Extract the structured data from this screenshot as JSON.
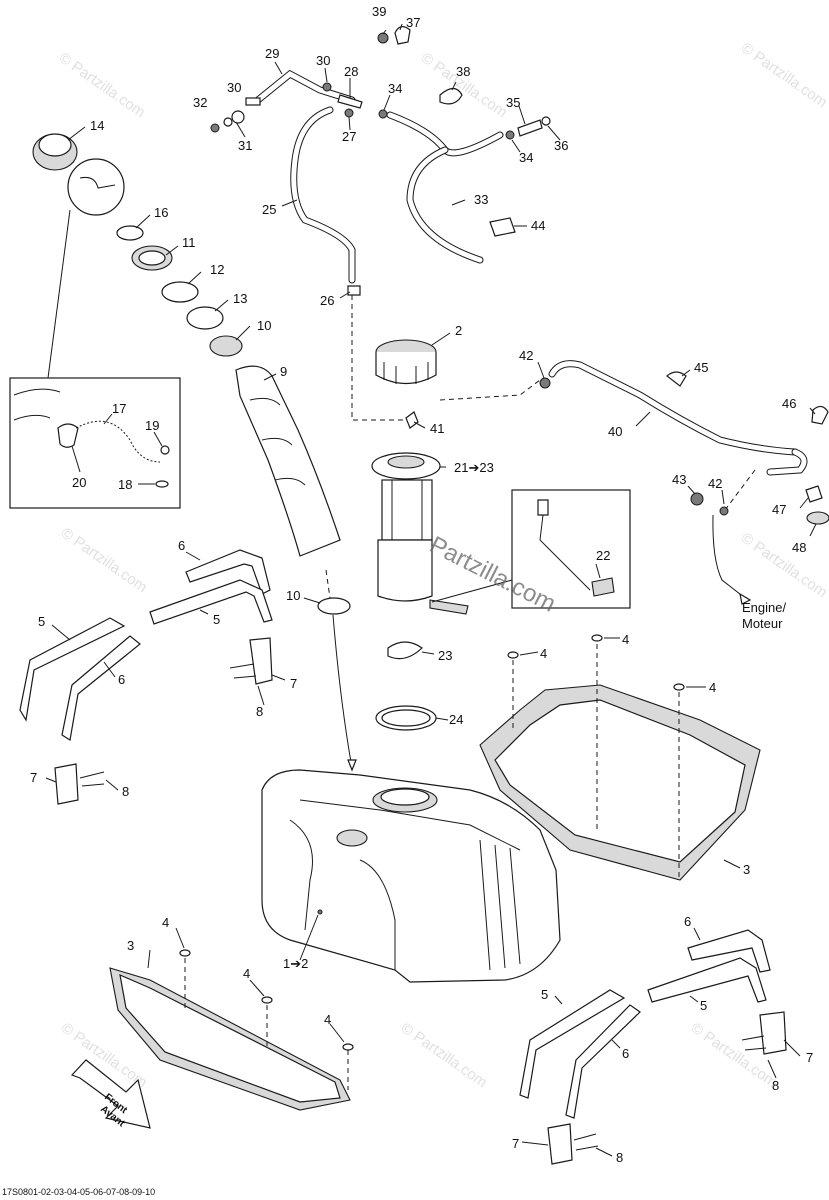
{
  "callouts": [
    {
      "id": "39",
      "text": "39"
    },
    {
      "id": "37",
      "text": "37"
    },
    {
      "id": "29",
      "text": "29"
    },
    {
      "id": "30a",
      "text": "30"
    },
    {
      "id": "28",
      "text": "28"
    },
    {
      "id": "38",
      "text": "38"
    },
    {
      "id": "30b",
      "text": "30"
    },
    {
      "id": "34a",
      "text": "34"
    },
    {
      "id": "32",
      "text": "32"
    },
    {
      "id": "35",
      "text": "35"
    },
    {
      "id": "14",
      "text": "14"
    },
    {
      "id": "27",
      "text": "27"
    },
    {
      "id": "31",
      "text": "31"
    },
    {
      "id": "34b",
      "text": "34"
    },
    {
      "id": "36",
      "text": "36"
    },
    {
      "id": "16",
      "text": "16"
    },
    {
      "id": "33",
      "text": "33"
    },
    {
      "id": "25",
      "text": "25"
    },
    {
      "id": "44",
      "text": "44"
    },
    {
      "id": "11",
      "text": "11"
    },
    {
      "id": "12",
      "text": "12"
    },
    {
      "id": "13",
      "text": "13"
    },
    {
      "id": "26",
      "text": "26"
    },
    {
      "id": "2",
      "text": "2"
    },
    {
      "id": "10a",
      "text": "10"
    },
    {
      "id": "42a",
      "text": "42"
    },
    {
      "id": "45",
      "text": "45"
    },
    {
      "id": "9",
      "text": "9"
    },
    {
      "id": "17",
      "text": "17"
    },
    {
      "id": "19",
      "text": "19"
    },
    {
      "id": "46",
      "text": "46"
    },
    {
      "id": "41",
      "text": "41"
    },
    {
      "id": "40",
      "text": "40"
    },
    {
      "id": "21",
      "text": "21➔23"
    },
    {
      "id": "20",
      "text": "20"
    },
    {
      "id": "18",
      "text": "18"
    },
    {
      "id": "43",
      "text": "43"
    },
    {
      "id": "42b",
      "text": "42"
    },
    {
      "id": "47",
      "text": "47"
    },
    {
      "id": "6a",
      "text": "6"
    },
    {
      "id": "48",
      "text": "48"
    },
    {
      "id": "22",
      "text": "22"
    },
    {
      "id": "5a",
      "text": "5"
    },
    {
      "id": "10b",
      "text": "10"
    },
    {
      "id": "5b",
      "text": "5"
    },
    {
      "id": "23",
      "text": "23"
    },
    {
      "id": "4a",
      "text": "4"
    },
    {
      "id": "4b",
      "text": "4"
    },
    {
      "id": "6b",
      "text": "6"
    },
    {
      "id": "7a",
      "text": "7"
    },
    {
      "id": "4c",
      "text": "4"
    },
    {
      "id": "8a",
      "text": "8"
    },
    {
      "id": "24",
      "text": "24"
    },
    {
      "id": "7b",
      "text": "7"
    },
    {
      "id": "8b",
      "text": "8"
    },
    {
      "id": "3a",
      "text": "3"
    },
    {
      "id": "1",
      "text": "1➔2"
    },
    {
      "id": "4d",
      "text": "4"
    },
    {
      "id": "3b",
      "text": "3"
    },
    {
      "id": "4e",
      "text": "4"
    },
    {
      "id": "6c",
      "text": "6"
    },
    {
      "id": "4f",
      "text": "4"
    },
    {
      "id": "5c",
      "text": "5"
    },
    {
      "id": "5d",
      "text": "5"
    },
    {
      "id": "6d",
      "text": "6"
    },
    {
      "id": "7c",
      "text": "7"
    },
    {
      "id": "8c",
      "text": "8"
    },
    {
      "id": "7d",
      "text": "7"
    },
    {
      "id": "8d",
      "text": "8"
    }
  ],
  "engine_note": {
    "line1": "Engine/",
    "line2": "Moteur"
  },
  "front_arrow": {
    "line1": "Front",
    "line2": "Avant"
  },
  "brand_watermark": "Partzilla.com",
  "watermark_text": "© Partzilla.com",
  "footer_code": "17S0801-02-03-04-05-06-07-08-09-10",
  "colors": {
    "line": "#1a1a1a",
    "fill": "#ffffff",
    "shade": "#d9d9d9",
    "watermark": "#c8c8c8"
  }
}
